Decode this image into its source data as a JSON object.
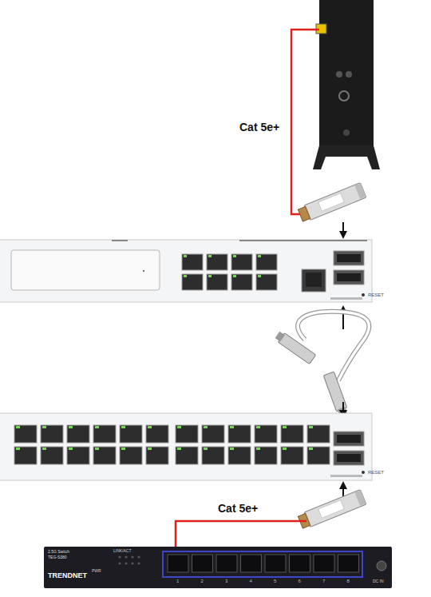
{
  "diagram": {
    "labels": [
      "Cat 5e+",
      "Cat 5e+",
      "RESET",
      "RESET",
      "2.5G Switch",
      "TEG-S380",
      "TRENDNET",
      "LINK/ACT",
      "PWR",
      "1",
      "2",
      "3",
      "4",
      "5",
      "6",
      "7",
      "8",
      "DC IN"
    ]
  }
}
